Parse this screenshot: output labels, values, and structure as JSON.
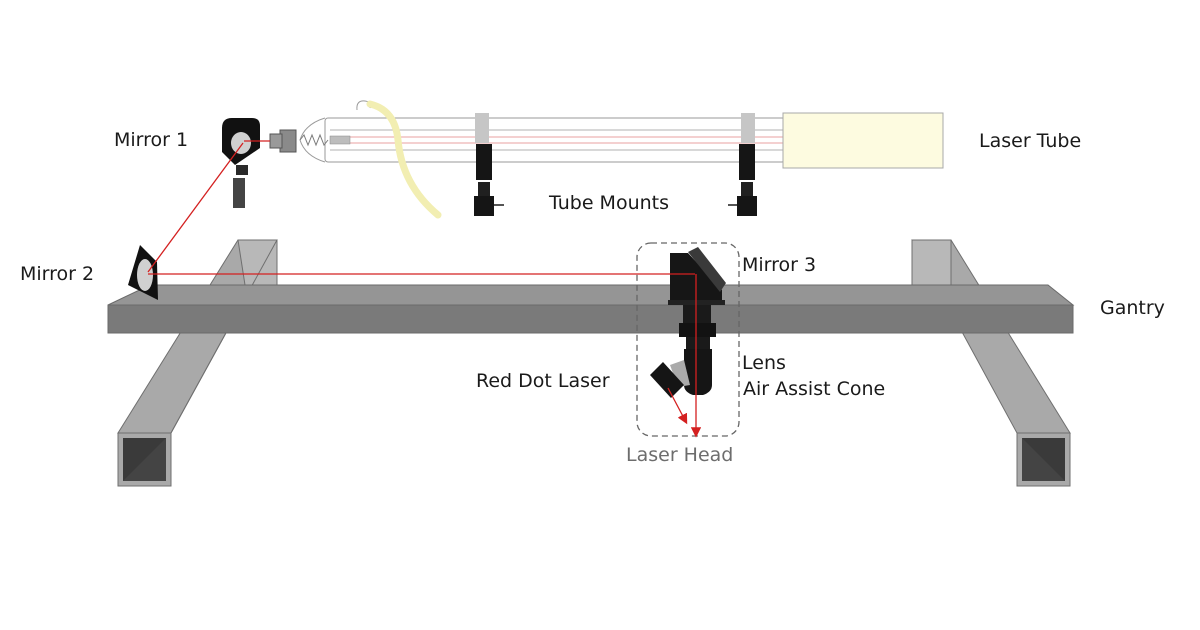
{
  "labels": {
    "mirror1": "Mirror 1",
    "mirror2": "Mirror 2",
    "mirror3": "Mirror 3",
    "laser_tube": "Laser Tube",
    "tube_mounts": "Tube Mounts",
    "gantry": "Gantry",
    "lens": "Lens",
    "air_assist_cone": "Air Assist Cone",
    "red_dot_laser": "Red Dot Laser",
    "laser_head": "Laser Head"
  },
  "colors": {
    "beam": "#d42020",
    "gantry_top": "#8a8a8a",
    "gantry_front": "#7a7a7a",
    "legs": "#a9a9a9",
    "legs_dark": "#444444",
    "tube_body": "#fdfbe0",
    "hose": "#f2eeb2",
    "mount_metal": "#c6c6c6",
    "mount_dark": "#151515"
  }
}
